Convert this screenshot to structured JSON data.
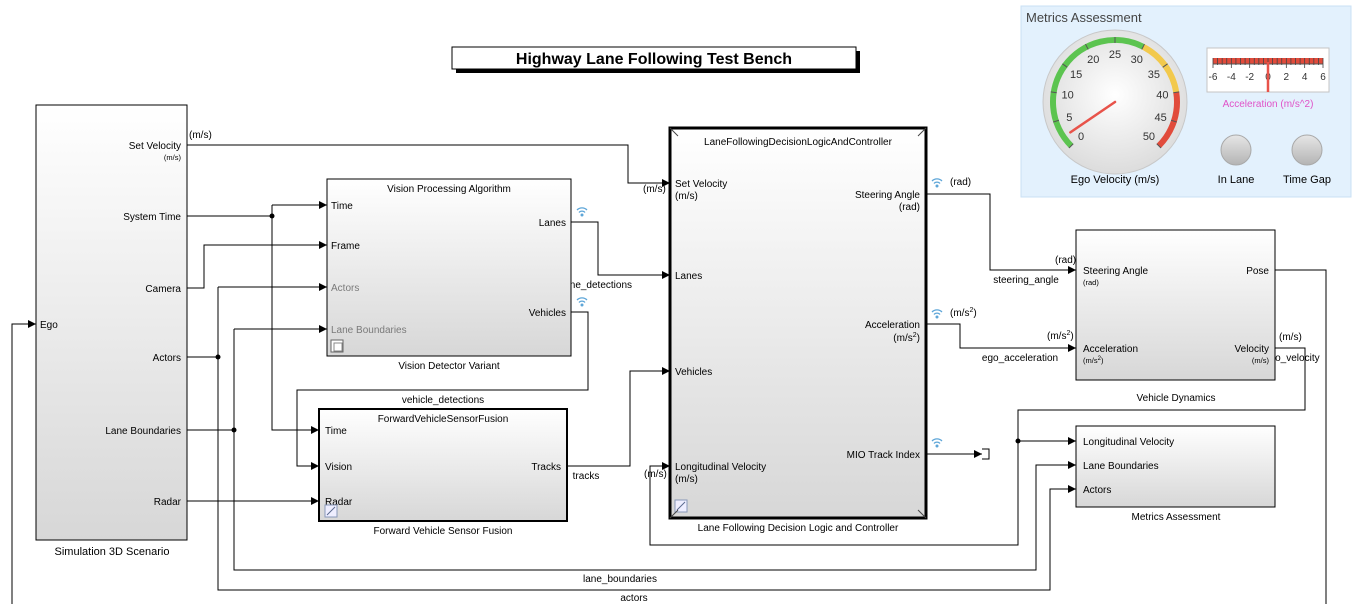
{
  "title": "Highway Lane Following Test Bench",
  "blocks": {
    "scenario": {
      "name": "Simulation 3D Scenario",
      "out_ports": [
        "Set Velocity",
        "System Time",
        "Camera",
        "Actors",
        "Lane Boundaries",
        "Radar"
      ],
      "set_velocity_unit": "(m/s)",
      "in_port": "Ego"
    },
    "vision": {
      "title": "Vision Processing Algorithm",
      "name": "Vision Detector Variant",
      "in_ports": [
        "Time",
        "Frame",
        "Actors",
        "Lane Boundaries"
      ],
      "out_ports": [
        "Lanes",
        "Vehicles"
      ]
    },
    "fusion": {
      "title": "ForwardVehicleSensorFusion",
      "name": "Forward Vehicle Sensor Fusion",
      "in_ports": [
        "Time",
        "Vision",
        "Radar"
      ],
      "out_ports": [
        "Tracks"
      ]
    },
    "controller": {
      "title": "LaneFollowingDecisionLogicAndController",
      "name": "Lane Following Decision Logic and Controller",
      "in_ports": [
        "Set Velocity",
        "Lanes",
        "Vehicles",
        "Longitudinal Velocity"
      ],
      "in_units": [
        "(m/s)",
        "(m/s)"
      ],
      "out_ports": [
        "Steering Angle",
        "Acceleration",
        "MIO Track Index"
      ],
      "steering_unit": "(rad)",
      "accel_unit": "(m/s",
      "accel_sup": "2",
      "accel_unit_end": ")"
    },
    "dynamics": {
      "name": "Vehicle Dynamics",
      "in_ports": [
        "Steering Angle",
        "Acceleration"
      ],
      "in_units": [
        "(rad)",
        "(m/s",
        "2",
        ")"
      ],
      "out_ports": [
        "Pose",
        "Velocity"
      ],
      "velocity_unit": "(m/s)"
    },
    "metrics": {
      "name": "Metrics Assessment",
      "in_ports": [
        "Longitudinal Velocity",
        "Lane Boundaries",
        "Actors"
      ]
    }
  },
  "signals": {
    "set_velocity_unit": "(m/s)",
    "ctrl_in_unit": "(m/s)",
    "lane_detections": "lane_detections",
    "vehicle_detections": "vehicle_detections",
    "tracks": "tracks",
    "steering_unit": "(rad)",
    "steering_in_unit": "(rad)",
    "steering_angle": "steering_angle",
    "accel_unit": "(m/s",
    "accel_sup": "2",
    "accel_unit_end": ")",
    "ego_acceleration": "ego_acceleration",
    "velocity_unit": "(m/s)",
    "ego_velocity": "ego_velocity",
    "long_vel_unit": "(m/s)",
    "lane_boundaries": "lane_boundaries",
    "actors": "actors"
  },
  "dashboard": {
    "title": "Metrics Assessment",
    "gauge": {
      "label": "Ego Velocity (m/s)",
      "min": 0,
      "max": 50,
      "ticks": [
        "0",
        "5",
        "10",
        "15",
        "20",
        "25",
        "30",
        "35",
        "40",
        "45",
        "50"
      ],
      "value": 2
    },
    "acceleration": {
      "label": "Acceleration (m/s^2)",
      "ticks": [
        "-6",
        "-4",
        "-2",
        "0",
        "2",
        "4",
        "6"
      ],
      "min": -6,
      "max": 6,
      "value": 0
    },
    "lamps": [
      {
        "label": "In Lane"
      },
      {
        "label": "Time Gap"
      }
    ]
  },
  "colors": {
    "dashboard_bg": "#e3f1fd",
    "gauge_green": "#5cc450",
    "gauge_yellow": "#f2c94c",
    "gauge_red": "#e14b3b",
    "needle": "#e8534a",
    "accel_label": "#e052c8",
    "block_border": "#000000"
  }
}
